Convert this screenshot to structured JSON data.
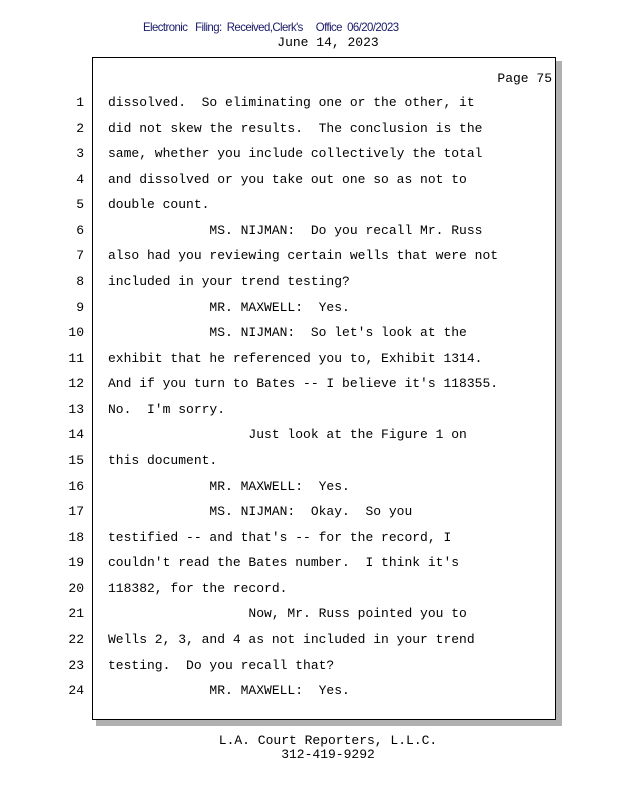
{
  "stamp": "Electronic   Filing:  Received,Clerk's     Office  06/20/2023",
  "date": "June 14, 2023",
  "page_label": "Page 75",
  "lines": [
    "dissolved.  So eliminating one or the other, it",
    "did not skew the results.  The conclusion is the",
    "same, whether you include collectively the total",
    "and dissolved or you take out one so as not to",
    "double count.",
    "             MS. NIJMAN:  Do you recall Mr. Russ",
    "also had you reviewing certain wells that were not",
    "included in your trend testing?",
    "             MR. MAXWELL:  Yes.",
    "             MS. NIJMAN:  So let's look at the",
    "exhibit that he referenced you to, Exhibit 1314.",
    "And if you turn to Bates -- I believe it's 118355.",
    "No.  I'm sorry.",
    "                  Just look at the Figure 1 on",
    "this document.",
    "             MR. MAXWELL:  Yes.",
    "             MS. NIJMAN:  Okay.  So you",
    "testified -- and that's -- for the record, I",
    "couldn't read the Bates number.  I think it's",
    "118382, for the record.",
    "                  Now, Mr. Russ pointed you to",
    "Wells 2, 3, and 4 as not included in your trend",
    "testing.  Do you recall that?",
    "             MR. MAXWELL:  Yes."
  ],
  "footer": {
    "company": "L.A. Court Reporters, L.L.C.",
    "phone": "312-419-9292"
  }
}
